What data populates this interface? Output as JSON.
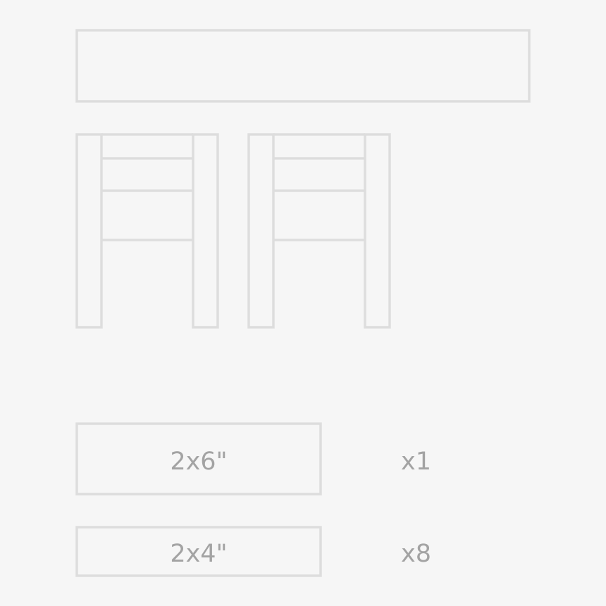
{
  "colors": {
    "background": "#f6f6f6",
    "stroke": "#dddddd",
    "text": "#a3a3a3"
  },
  "parts": [
    {
      "board": "2x6\"",
      "quantity": "x1"
    },
    {
      "board": "2x4\"",
      "quantity": "x8"
    }
  ]
}
